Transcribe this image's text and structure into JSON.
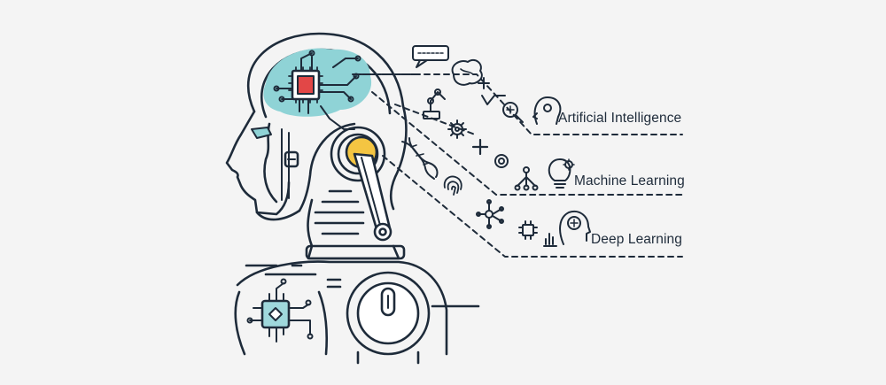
{
  "labels": {
    "ai": "Artificial Intelligence",
    "ml": "Machine Learning",
    "dl": "Deep Learning"
  },
  "colors": {
    "background": "#f4f4f4",
    "stroke": "#1e2b3a",
    "brain_fill": "#8fd3d6",
    "chip_red": "#e24747",
    "ear_yellow": "#f4c542",
    "body_chip_fill": "#9fd8dc"
  },
  "icons": [
    "speech-bubble-icon",
    "brain-icon",
    "plus-icon",
    "check-icon",
    "robot-arm-icon",
    "gear-icon",
    "magnifier-icon",
    "head-profile-icon",
    "dna-icon",
    "plus-icon",
    "refresh-icon",
    "network-tree-icon",
    "lightbulb-gear-icon",
    "fingerprint-icon",
    "molecule-icon",
    "microchip-icon",
    "bar-chart-icon",
    "head-circuit-icon"
  ]
}
